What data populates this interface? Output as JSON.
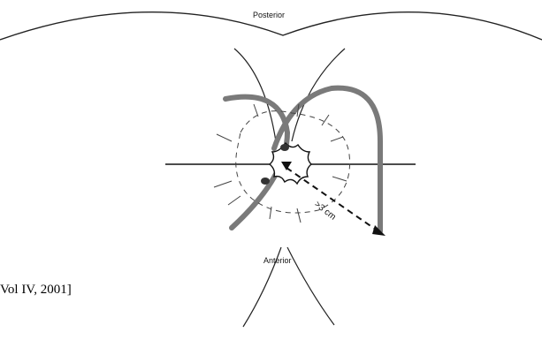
{
  "diagram": {
    "label_posterior": "Posterior",
    "label_anterior": "Anterior",
    "label_measurement": ">3 cm",
    "citation_fragment": "Vol IV, 2001]"
  }
}
